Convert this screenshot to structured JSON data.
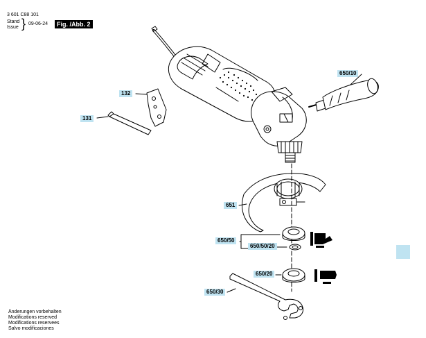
{
  "header": {
    "doc_number": "3 601 C88 101",
    "stand_label": "Stand",
    "issue_label": "Issue",
    "date": "09-06-24",
    "figure_label": "Fig. /Abb. 2"
  },
  "callouts": {
    "c650_10": "650/10",
    "c132": "132",
    "c131": "131",
    "c651": "651",
    "c650_50": "650/50",
    "c650_50_20": "650/50/20",
    "c650_20": "650/20",
    "c650_30": "650/30"
  },
  "footer": {
    "lines": [
      "Änderungen vorbehalten",
      "Modifications reserved",
      "Modifications reservees",
      "Salvo modificaciones"
    ]
  },
  "colors": {
    "callout_bg": "#bfe3f1",
    "ink": "#000000"
  }
}
